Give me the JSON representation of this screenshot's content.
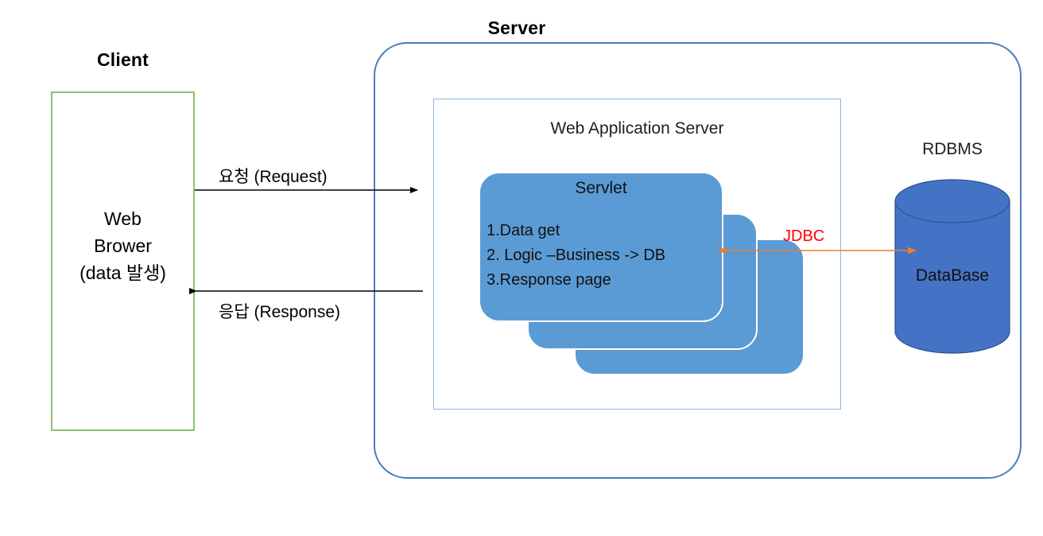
{
  "diagram": {
    "client": {
      "title": "Client",
      "lines": [
        "Web",
        "Brower",
        "(data 발생)"
      ],
      "border_color": "#8DC06A"
    },
    "server": {
      "title": "Server",
      "border_color": "#4A7EBB",
      "was": {
        "label": "Web Application Server",
        "border_color": "#8FB6DE",
        "servlet": {
          "title": "Servlet",
          "card_color": "#5B9BD5",
          "steps": [
            "1.Data get",
            "2. Logic –Business -> DB",
            "3.Response page"
          ],
          "stack_count": 3
        }
      },
      "rdbms": {
        "label": "RDBMS",
        "cylinder_label": "DataBase",
        "color": "#4472C4"
      }
    },
    "connectors": {
      "request": {
        "label": "요청 (Request)",
        "direction": "right",
        "color": "#000000"
      },
      "response": {
        "label": "응답 (Response)",
        "direction": "left",
        "color": "#000000"
      },
      "jdbc": {
        "label": "JDBC",
        "direction": "both",
        "line_color": "#ED7D31",
        "label_color": "#FF0000"
      }
    }
  }
}
